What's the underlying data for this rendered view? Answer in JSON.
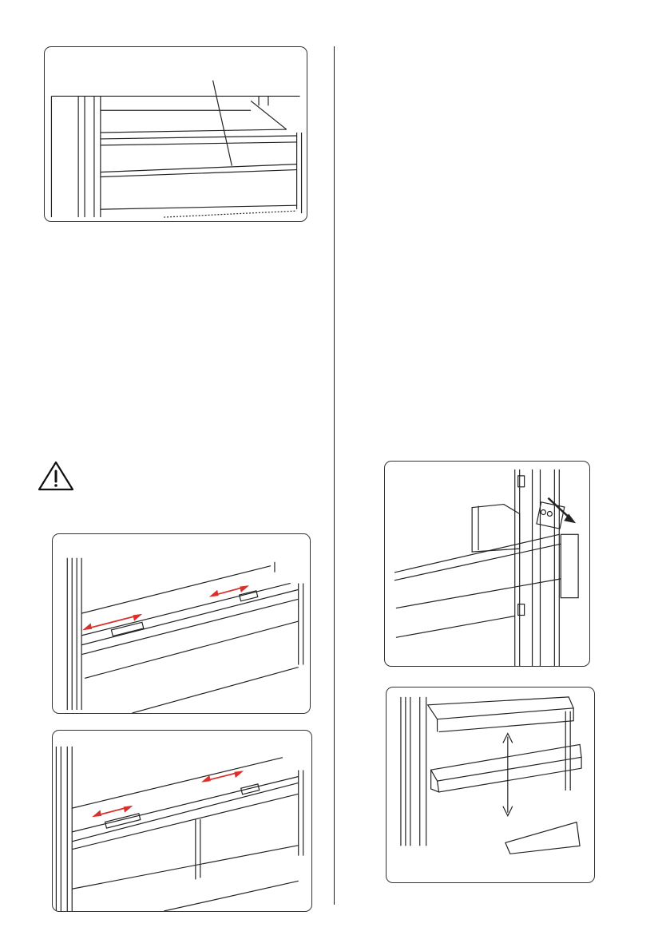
{
  "document": {
    "figures": [
      {
        "id": "shelf-with-drawer",
        "caption": ""
      },
      {
        "id": "drawer-slider-single",
        "caption": ""
      },
      {
        "id": "drawer-slider-double",
        "caption": ""
      },
      {
        "id": "door-balcony-removal",
        "caption": ""
      },
      {
        "id": "door-balcony-height",
        "caption": ""
      }
    ],
    "warning_icon": "warning-triangle-icon",
    "colors": {
      "arrow_red": "#d9312b",
      "line": "#222222",
      "border": "#333333"
    }
  }
}
